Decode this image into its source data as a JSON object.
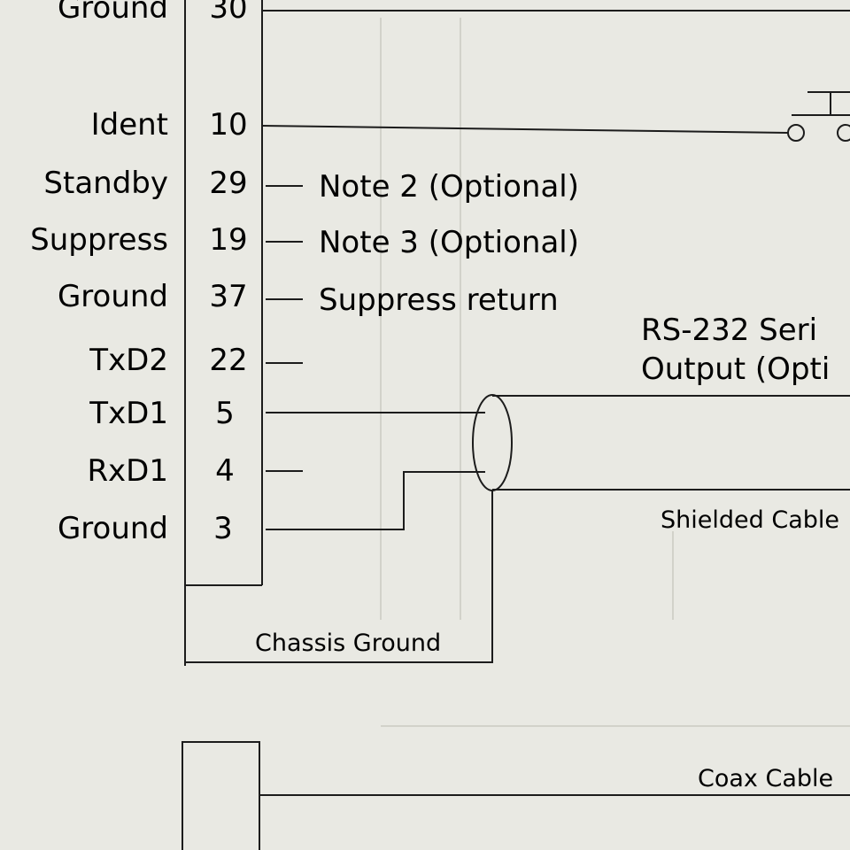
{
  "pins": [
    {
      "signal": "Ground",
      "pin": "30"
    },
    {
      "signal": "Ident",
      "pin": "10"
    },
    {
      "signal": "Standby",
      "pin": "29"
    },
    {
      "signal": "Suppress",
      "pin": "19"
    },
    {
      "signal": "Ground",
      "pin": "37"
    },
    {
      "signal": "TxD2",
      "pin": "22"
    },
    {
      "signal": "TxD1",
      "pin": "5"
    },
    {
      "signal": "RxD1",
      "pin": "4"
    },
    {
      "signal": "Ground",
      "pin": "3"
    }
  ],
  "notes": {
    "standby_note": "Note 2 (Optional)",
    "suppress_note": "Note 3 (Optional)",
    "suppress_return": "Suppress return"
  },
  "rs232": {
    "line1": "RS-232 Seri",
    "line2": "Output (Opti"
  },
  "labels": {
    "shielded_cable": "Shielded Cable",
    "chassis_ground": "Chassis Ground",
    "coax_cable": "Coax Cable"
  },
  "colors": {
    "paper": "#e9e9e3",
    "ink": "#1c1c1c"
  }
}
